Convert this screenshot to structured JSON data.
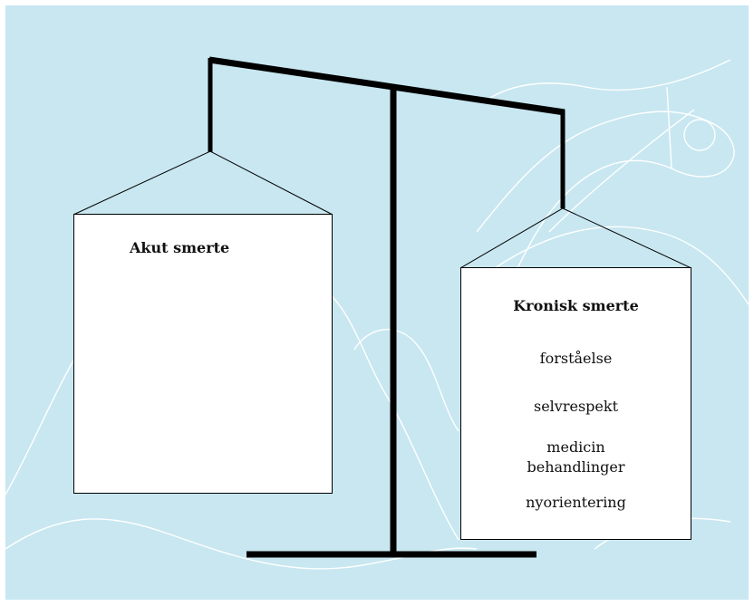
{
  "colors": {
    "background": "#c8e7f1",
    "decor_lines": "#ffffff",
    "beam": "#000000",
    "pan_fill": "#ffffff"
  },
  "left_pan": {
    "title": "Akut smerte",
    "items": []
  },
  "right_pan": {
    "title": "Kronisk smerte",
    "items": [
      "forståelse",
      "selvrespekt",
      "medicin",
      "behandlinger",
      "nyorientering"
    ]
  }
}
